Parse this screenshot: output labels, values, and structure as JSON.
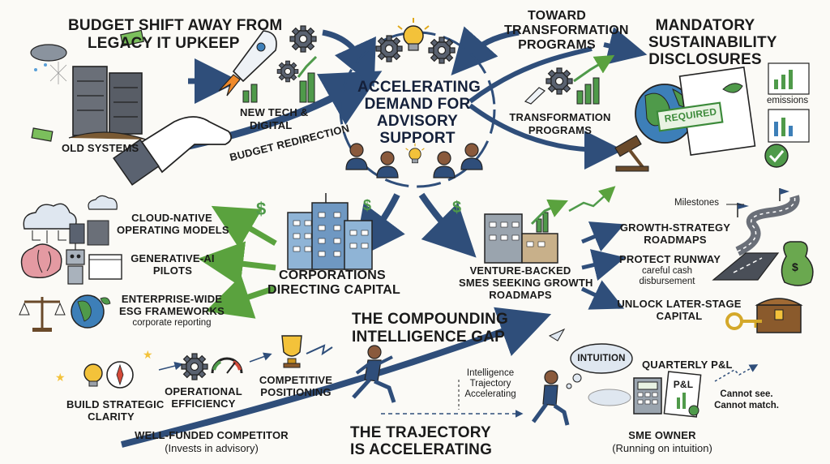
{
  "top_left": {
    "title_line1": "BUDGET SHIFT AWAY FROM",
    "title_line2": "LEGACY IT UPKEEP",
    "old_systems": "OLD SYSTEMS",
    "new_tech_line1": "NEW TECH &",
    "new_tech_line2": "DIGITAL",
    "budget_redirection": "BUDGET REDIRECTION"
  },
  "center": {
    "line1": "ACCELERATING",
    "line2": "DEMAND FOR",
    "line3": "ADVISORY",
    "line4": "SUPPORT"
  },
  "top_right": {
    "toward_line1": "TOWARD",
    "toward_line2": "TRANSFORMATION",
    "toward_line3": "PROGRAMS",
    "transform_line1": "TRANSFORMATION",
    "transform_line2": "PROGRAMS",
    "mandatory_line1": "MANDATORY",
    "mandatory_line2": "SUSTAINABILITY",
    "mandatory_line3": "DISCLOSURES",
    "emissions": "emissions",
    "required_stamp": "REQUIRED"
  },
  "corporations": {
    "title_line1": "CORPORATIONS",
    "title_line2": "DIRECTING CAPITAL",
    "cloud_line1": "CLOUD-NATIVE",
    "cloud_line2": "OPERATING MODELS",
    "genai_line1": "GENERATIVE-AI",
    "genai_line2": "PILOTS",
    "esg_line1": "ENTERPRISE-WIDE",
    "esg_line2": "ESG FRAMEWORKS",
    "esg_sub": "corporate reporting",
    "dollar": "$"
  },
  "smes": {
    "title_line1": "VENTURE-BACKED",
    "title_line2": "SMEs SEEKING GROWTH",
    "title_line3": "ROADMAPS",
    "milestones": "Milestones",
    "growth_line1": "GROWTH-STRATEGY",
    "growth_line2": "ROADMAPS",
    "runway_title": "PROTECT RUNWAY",
    "runway_sub1": "careful cash",
    "runway_sub2": "disbursement",
    "unlock_line1": "UNLOCK LATER-STAGE",
    "unlock_line2": "CAPITAL",
    "dollar": "$"
  },
  "bottom": {
    "gap_line1": "THE COMPOUNDING",
    "gap_line2": "INTELLIGENCE GAP",
    "build_line1": "BUILD STRATEGIC",
    "build_line2": "CLARITY",
    "operational_line1": "OPERATIONAL",
    "operational_line2": "EFFICIENCY",
    "competitive_line1": "COMPETITIVE",
    "competitive_line2": "POSITIONING",
    "intel_line1": "Intelligence",
    "intel_line2": "Trajectory",
    "intel_line3": "Accelerating",
    "competitor_line1": "WELL-FUNDED COMPETITOR",
    "competitor_line2": "(Invests in advisory)",
    "trajectory_line1": "THE TRAJECTORY",
    "trajectory_line2": "IS ACCELERATING",
    "intuition": "INTUITION",
    "quarterly": "QUARTERLY P&L",
    "pl_doc": "P&L",
    "cannot_line1": "Cannot see.",
    "cannot_line2": "Cannot match.",
    "sme_line1": "SME OWNER",
    "sme_line2": "(Running on intuition)"
  },
  "colors": {
    "navy_arrow": "#2f4e7a",
    "green_arrow": "#5aa23e",
    "gear_gray": "#5a6270",
    "bulb_yellow": "#f3c23a",
    "earth_green": "#4f9a4a",
    "earth_blue": "#3d7fb8",
    "stamp_green": "#3c8a3a"
  },
  "icons": [
    "rocket-icon",
    "gear-icon",
    "lightbulb-icon",
    "server-icon",
    "cloud-icon",
    "brain-icon",
    "robot-icon",
    "code-window-icon",
    "scales-icon",
    "globe-icon",
    "building-icon",
    "trophy-icon",
    "compass-icon",
    "gauge-icon",
    "road-icon",
    "money-bag-icon",
    "treasure-chest-icon",
    "key-icon",
    "gavel-icon",
    "calculator-icon",
    "checkmark-icon",
    "handshake-hand-icon",
    "runner-icon"
  ]
}
